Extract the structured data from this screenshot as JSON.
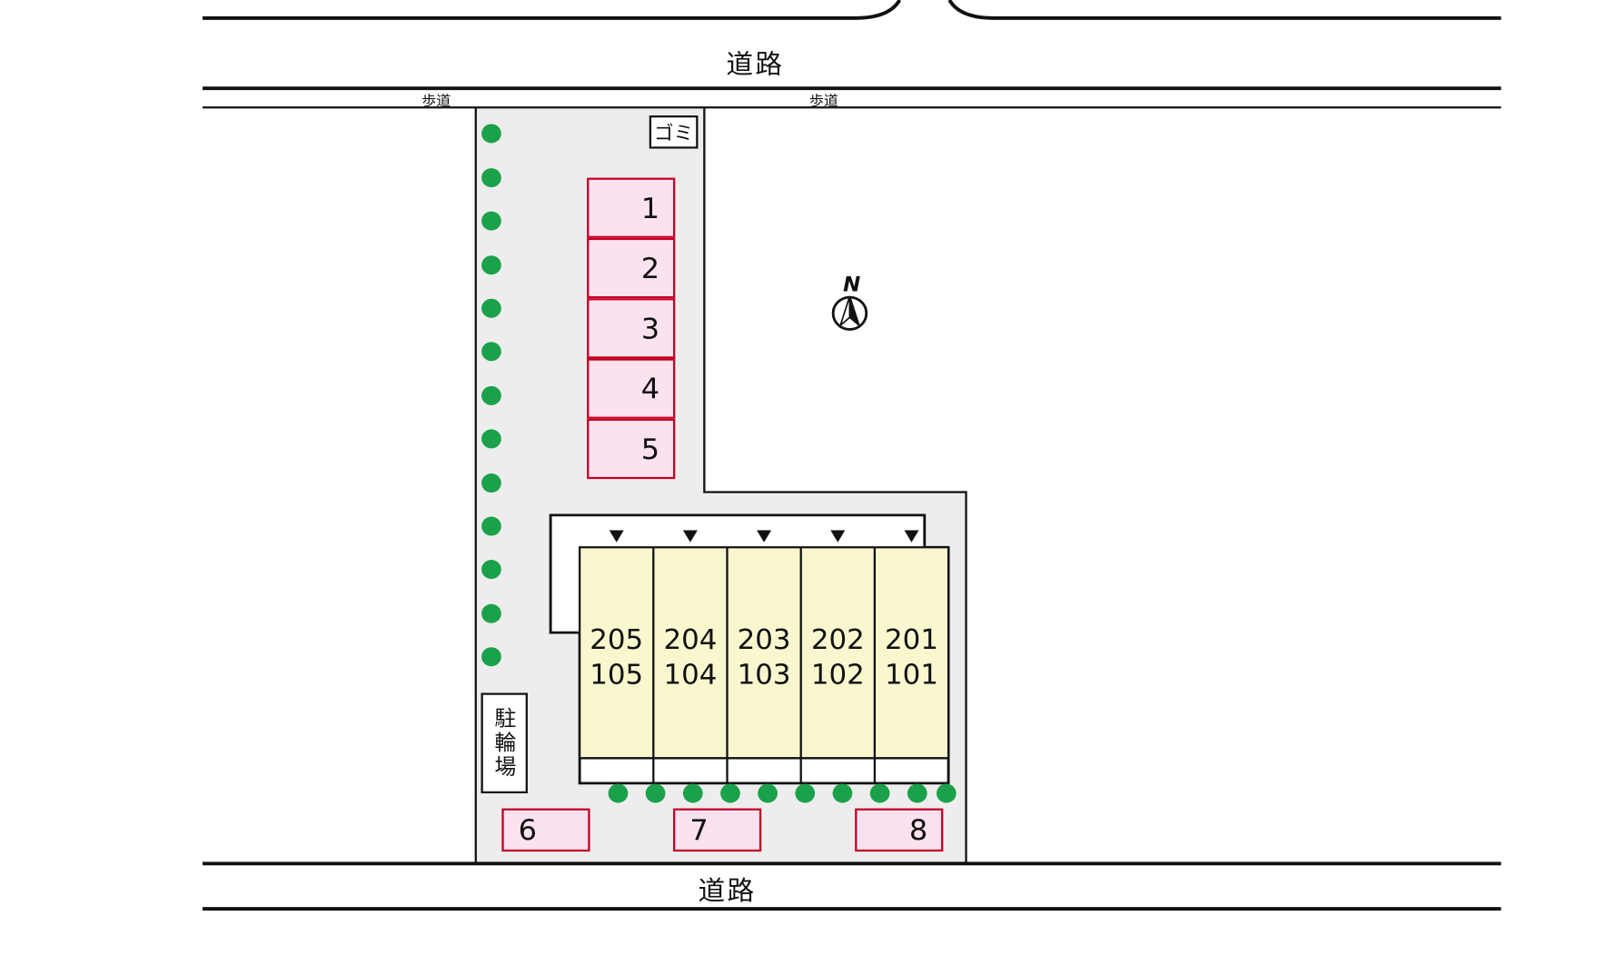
{
  "colors": {
    "ground": "#ededed",
    "line": "#111111",
    "parking_fill": "#fbe2ee",
    "parking_border": "#c40024",
    "unit_fill": "#f8f7ce",
    "tree_green": "#1ba14a"
  },
  "roads": {
    "top_label": "道路",
    "bottom_label": "道路",
    "sidewalk_left_label": "歩道",
    "sidewalk_right_label": "歩道"
  },
  "facilities": {
    "garbage_label": "ゴミ",
    "bicycle_parking_label": "駐輪場"
  },
  "compass": {
    "north_label": "N"
  },
  "parking": {
    "spaces": [
      {
        "label": "1"
      },
      {
        "label": "2"
      },
      {
        "label": "3"
      },
      {
        "label": "4"
      },
      {
        "label": "5"
      },
      {
        "label": "6"
      },
      {
        "label": "7"
      },
      {
        "label": "8"
      }
    ]
  },
  "building": {
    "units": [
      {
        "upper": "205",
        "lower": "105"
      },
      {
        "upper": "204",
        "lower": "104"
      },
      {
        "upper": "203",
        "lower": "103"
      },
      {
        "upper": "202",
        "lower": "102"
      },
      {
        "upper": "201",
        "lower": "101"
      }
    ]
  }
}
